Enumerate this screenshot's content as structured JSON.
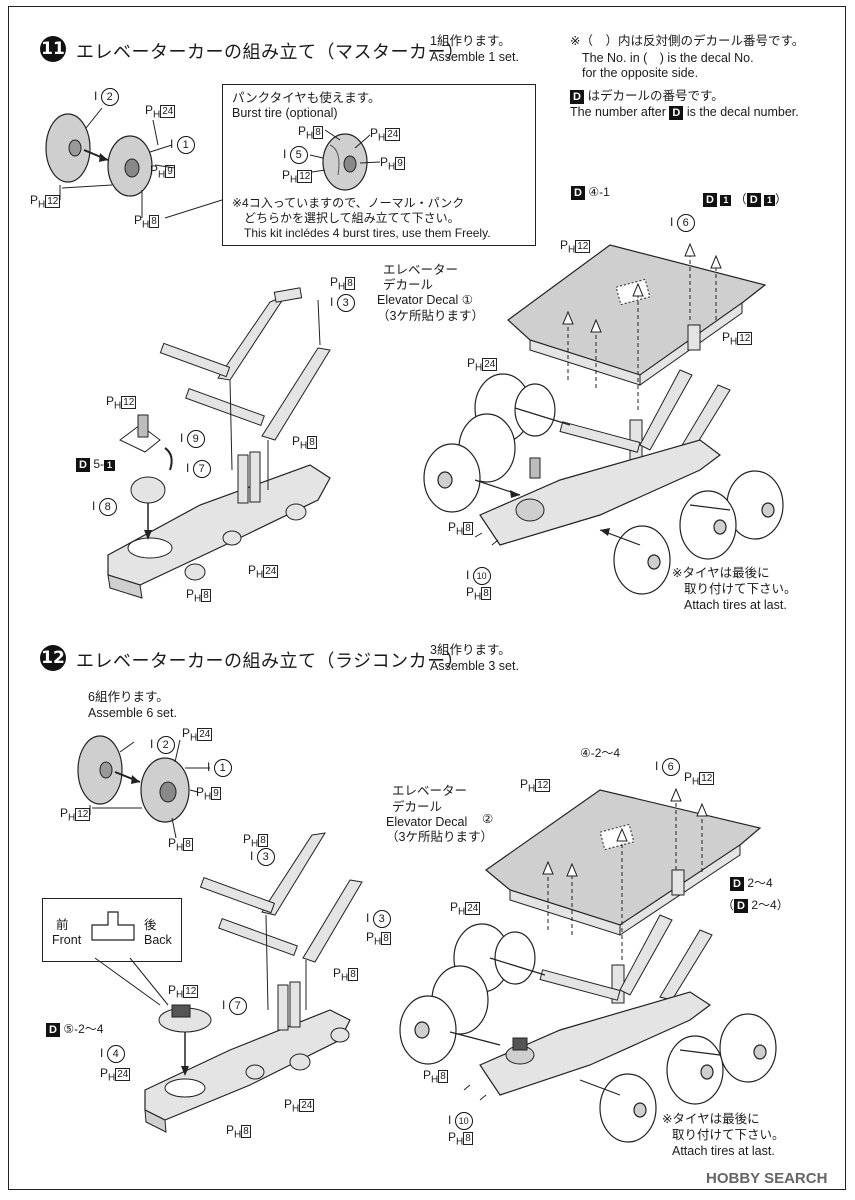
{
  "step11": {
    "number": "11",
    "title": "エレベーターカーの組み立て（マスターカー）",
    "qty_jp": "1組作ります。",
    "qty_en": "Assemble 1 set.",
    "burst_title_jp": "パンクタイヤも使えます。",
    "burst_title_en": "Burst tire (optional)",
    "burst_note_jp1": "※4コ入っていますので、ノーマル・パンク",
    "burst_note_jp2": "どちらかを選択して組み立てて下さい。",
    "burst_note_en": "This kit inclédes 4 burst tires, use them Freely.",
    "elevator_decal_jp1": "エレベーター",
    "elevator_decal_jp2": "デカール",
    "elevator_decal_en": "Elevator Decal ①",
    "elevator_decal_jp3": "（3ケ所貼ります）",
    "decal_callout_1": "④-1",
    "decal_callout_2": "1",
    "decal_callout_3": "1",
    "tires_last_jp1": "※タイヤは最後に",
    "tires_last_jp2": "取り付けて下さい。",
    "tires_last_en": "Attach tires at last."
  },
  "notes": {
    "line1_jp": "※（　）内は反対側のデカール番号です。",
    "line2_en": "The No. in (　) is the decal No.",
    "line3_en": "for the opposite side.",
    "line4_jp": "はデカールの番号です。",
    "line5_en": "The number after",
    "line5_en_b": "is the decal number."
  },
  "step12": {
    "number": "12",
    "title": "エレベーターカーの組み立て（ラジコンカー）",
    "qty_jp": "3組作ります。",
    "qty_en": "Assemble 3 set.",
    "sub_qty_jp": "6組作ります。",
    "sub_qty_en": "Assemble 6 set.",
    "front_jp": "前",
    "front_en": "Front",
    "back_jp": "後",
    "back_en": "Back",
    "elevator_decal_jp1": "エレベーター",
    "elevator_decal_jp2": "デカール",
    "elevator_decal_en": "Elevator Decal",
    "elevator_decal_num": "②",
    "elevator_decal_jp3": "（3ケ所貼ります）",
    "decal_callout_top": "④-2～4",
    "decal_callout_side": "2～4",
    "decal_callout_side2": "2～4",
    "decal_callout_d5": "⑤-2～4",
    "tires_last_jp1": "※タイヤは最後に",
    "tires_last_jp2": "取り付けて下さい。",
    "tires_last_en": "Attach tires at last."
  },
  "parts": {
    "I": "I",
    "PH": "P",
    "H": "H",
    "D": "D",
    "n1": "1",
    "n2": "2",
    "n3": "3",
    "n4": "4",
    "n5": "5",
    "n6": "6",
    "n7": "7",
    "n8": "8",
    "n9": "9",
    "n10": "10",
    "n12": "12",
    "n24": "24"
  },
  "watermark": "HOBBY SEARCH",
  "colors": {
    "ink": "#1a1a1a",
    "part_gray": "#c9c9c9",
    "light_gray": "#e4e4e4"
  }
}
